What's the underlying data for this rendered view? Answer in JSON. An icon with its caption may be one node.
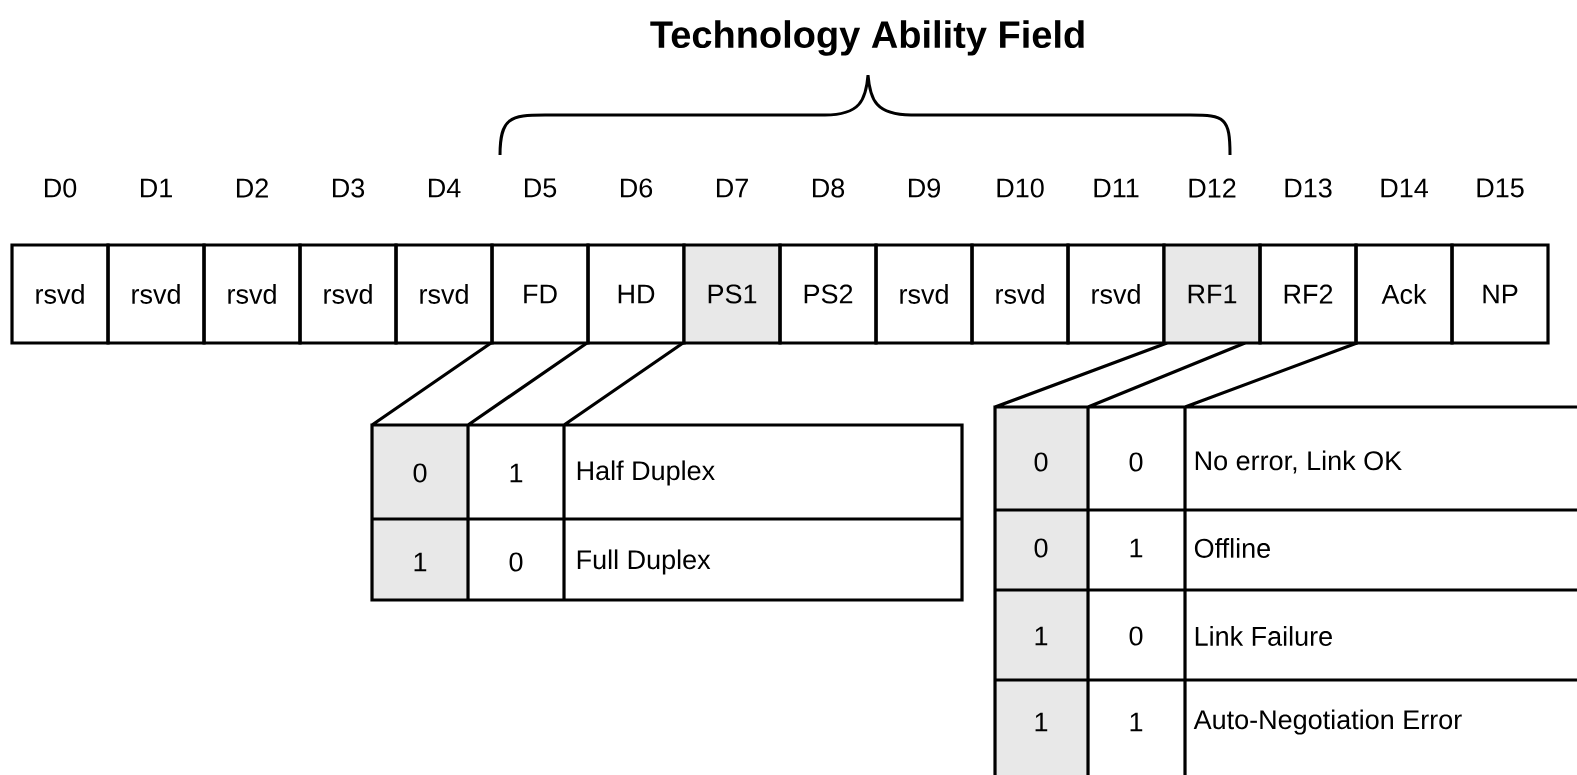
{
  "diagram": {
    "title": "Technology Ability Field",
    "nodes": [
      {
        "text": [
          "rsvd"
        ]
      },
      {
        "text": [
          "rsvd"
        ]
      },
      {
        "text": [
          "rsvd"
        ]
      },
      {
        "text": [
          "rsvd"
        ]
      },
      {
        "text": [
          "rsvd"
        ]
      },
      {
        "text": [
          "FD"
        ]
      },
      {
        "text": [
          "HD"
        ]
      },
      {
        "text": [
          "PS1"
        ]
      },
      {
        "text": [
          "PS2"
        ]
      },
      {
        "text": [
          "rsvd"
        ]
      },
      {
        "text": [
          "rsvd"
        ]
      },
      {
        "text": [
          "rsvd"
        ]
      },
      {
        "text": [
          "RF1"
        ]
      },
      {
        "text": [
          "RF2"
        ]
      },
      {
        "text": [
          "Ack"
        ]
      },
      {
        "text": [
          "NP"
        ]
      }
    ],
    "labels": [
      "D0",
      "D1",
      "D2",
      "D3",
      "D4",
      "D5",
      "D6",
      "D7",
      "D8",
      "D9",
      "D10",
      "D11",
      "D12",
      "D13",
      "D14",
      "D15",
      "0",
      "1",
      "Half Duplex",
      "1",
      "0",
      "Full Duplex",
      "0",
      "0",
      "No error, Link OK",
      "0",
      "1",
      "Offline",
      "1",
      "0",
      "Link Failure",
      "1",
      "1",
      "Auto-Negotiation Error"
    ]
  }
}
